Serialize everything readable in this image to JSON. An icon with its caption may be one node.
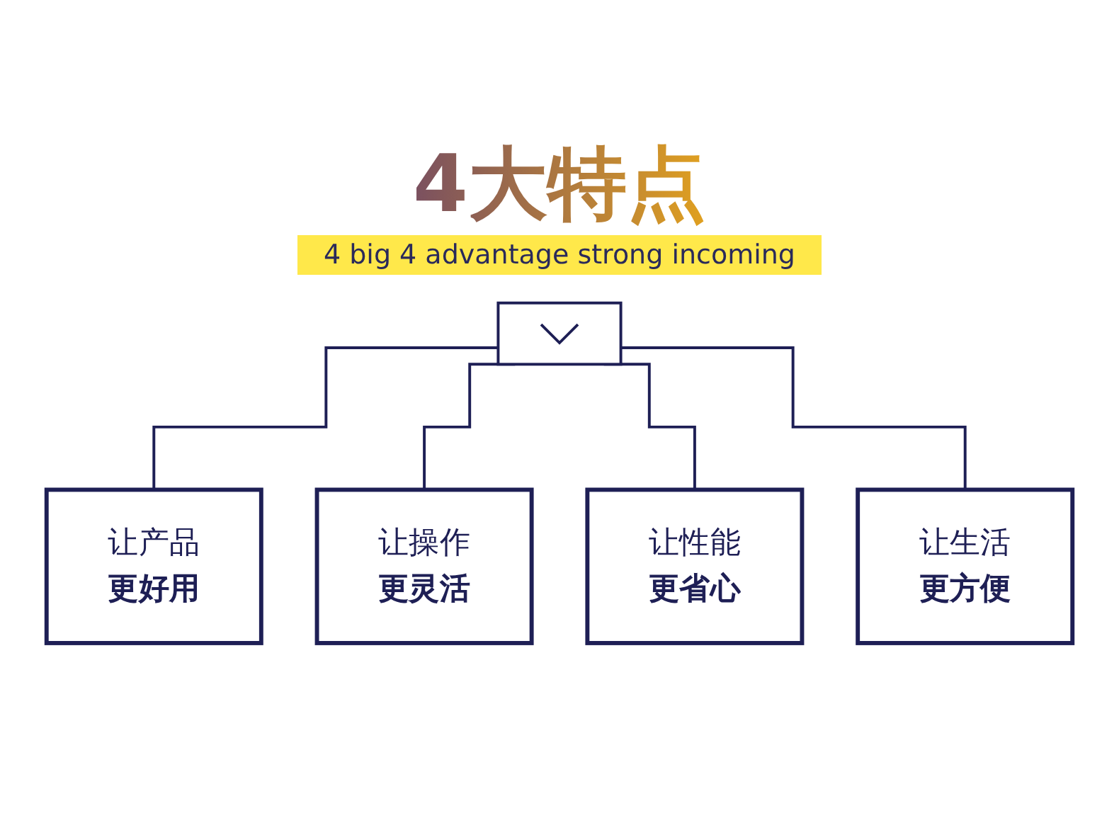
{
  "diagram": {
    "title": "4大特点",
    "nodes": [
      {
        "text": [],
        "shape": "box"
      },
      {
        "text": [
          "让产品",
          "更好用"
        ]
      },
      {
        "text": [
          "让操作",
          "更灵活"
        ]
      },
      {
        "text": [
          "让性能",
          "更省心"
        ]
      },
      {
        "text": [
          "让生活",
          "更方便"
        ]
      }
    ],
    "edges": [
      {
        "from": 0,
        "to": 1,
        "arrow": "none"
      },
      {
        "from": 0,
        "to": 2,
        "arrow": "none"
      },
      {
        "from": 0,
        "to": 3,
        "arrow": "none"
      },
      {
        "from": 0,
        "to": 4,
        "arrow": "none"
      }
    ],
    "labels": [
      "4 big 4 advantage strong incoming"
    ]
  }
}
